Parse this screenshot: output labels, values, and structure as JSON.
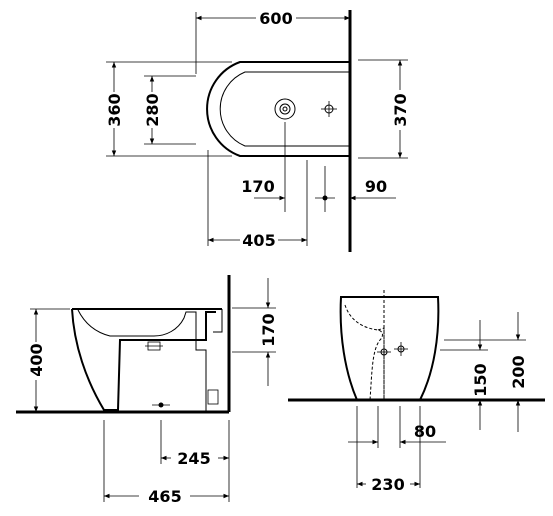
{
  "dimensions": {
    "top_width": "600",
    "top_outer_depth": "360",
    "top_inner_depth": "280",
    "top_right_depth": "370",
    "top_hole_offset": "170",
    "top_wall_offset": "90",
    "top_hole_to_wall": "405",
    "side_height": "400",
    "side_connection_height": "170",
    "side_outlet_distance": "245",
    "side_depth": "465",
    "front_outlet_spacing": "80",
    "front_width": "230",
    "front_outlet_height": "150",
    "front_outlet_height_2": "200"
  }
}
